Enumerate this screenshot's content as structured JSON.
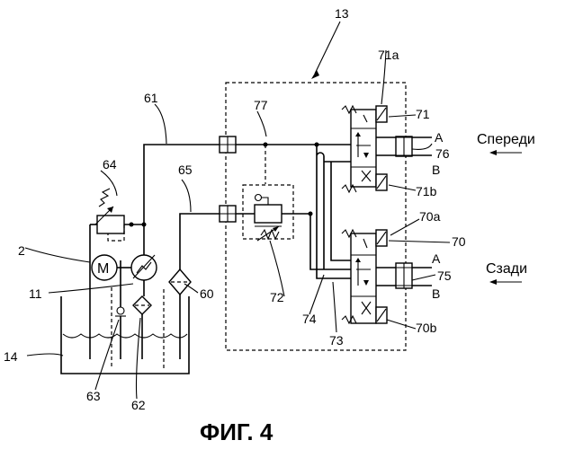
{
  "figure": {
    "caption": "ФИГ. 4",
    "front_label": "Спереди",
    "rear_label": "Сзади",
    "port_a_front": "A",
    "port_b_front": "B",
    "port_a_rear": "A",
    "port_b_rear": "B"
  },
  "refs": {
    "r13": "13",
    "r71a": "71a",
    "r71": "71",
    "r76": "76",
    "r71b": "71b",
    "r77": "77",
    "r61": "61",
    "r64": "64",
    "r65": "65",
    "r70a": "70a",
    "r70": "70",
    "r75": "75",
    "r70b": "70b",
    "r2": "2",
    "r11": "11",
    "r60": "60",
    "r72": "72",
    "r74": "74",
    "r73": "73",
    "r14": "14",
    "r63": "63",
    "r62": "62",
    "motor": "M"
  },
  "icons": [
    "motor-icon",
    "pump-icon",
    "filter-icon",
    "check-valve-icon",
    "relief-valve-icon",
    "solenoid-icon",
    "spring-icon",
    "arrow-icon"
  ]
}
